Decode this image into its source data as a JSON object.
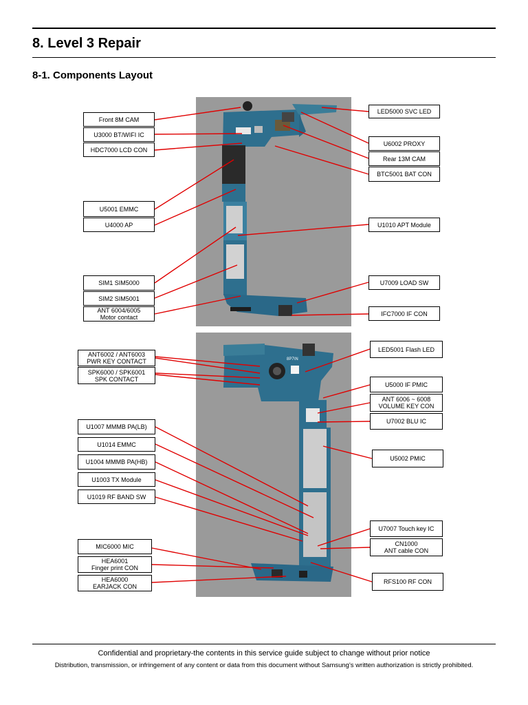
{
  "header": {
    "title": "8. Level 3 Repair",
    "subtitle": "8-1. Components Layout"
  },
  "figure_top": {
    "labels_left": [
      "Front 8M CAM",
      "U3000 BT/WIFI IC",
      "HDC7000 LCD CON",
      "U5001 EMMC",
      "U4000 AP",
      "SIM1 SIM5000",
      "SIM2 SIM5001",
      "ANT 6004/6005\nMotor contact"
    ],
    "labels_right": [
      "LED5000  SVC LED",
      "U6002 PROXY",
      "Rear 13M CAM",
      "BTC5001 BAT CON",
      "U1010 APT Module",
      "U7009 LOAD SW",
      "IFC7000 IF CON"
    ]
  },
  "figure_bottom": {
    "labels_left": [
      "ANT6002 / ANT6003\nPWR KEY CONTACT",
      "SPK6000 / SPK6001\nSPK CONTACT",
      "U1007 MMMB PA(LB)",
      "U1014 EMMC",
      "U1004 MMMB PA(HB)",
      "U1003 TX Module",
      "U1019 RF BAND SW",
      "MIC6000 MIC",
      "HEA6001\nFinger print CON",
      "HEA6000\nEARJACK CON"
    ],
    "labels_right": [
      "LED5001  Flash LED",
      "U5000 IF PMIC",
      "ANT 6006 ~ 6008\nVOLUME KEY CON",
      "U7002 BLU IC",
      "U5002 PMIC",
      "U7007 Touch key IC",
      "CN1000\nANT cable CON",
      "RFS100 RF CON"
    ],
    "silkscreen": "8P7\\N"
  },
  "footer": {
    "line1": "Confidential and proprietary-the contents in this service guide subject to change without prior notice",
    "line2": "Distribution, transmission, or infringement of any content or data from this document without Samsung's written authorization is strictly prohibited."
  },
  "colors": {
    "pointer": "#e00000",
    "pcb": "#2e6f8e",
    "shield": "#c9c9c9",
    "background_photo": "#9a9a9a"
  }
}
